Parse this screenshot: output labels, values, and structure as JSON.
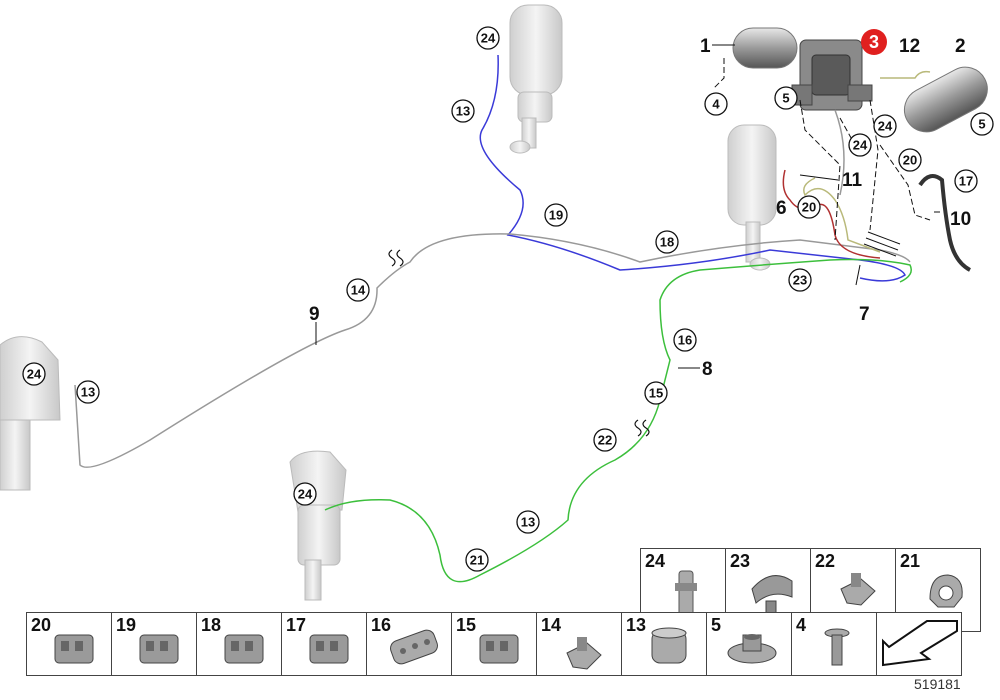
{
  "diagram": {
    "callouts": [
      {
        "id": "c1",
        "text": "24"
      },
      {
        "id": "c2",
        "text": "13"
      },
      {
        "id": "c3",
        "text": "19"
      },
      {
        "id": "c4",
        "text": "18"
      },
      {
        "id": "c5",
        "text": "14"
      },
      {
        "id": "c6",
        "text": "24"
      },
      {
        "id": "c7",
        "text": "13"
      },
      {
        "id": "c8",
        "text": "24"
      },
      {
        "id": "c9",
        "text": "16"
      },
      {
        "id": "c10",
        "text": "15"
      },
      {
        "id": "c11",
        "text": "22"
      },
      {
        "id": "c12",
        "text": "13"
      },
      {
        "id": "c13",
        "text": "21"
      },
      {
        "id": "c14",
        "text": "23"
      },
      {
        "id": "c15",
        "text": "20"
      },
      {
        "id": "c16",
        "text": "4"
      },
      {
        "id": "c17",
        "text": "5"
      },
      {
        "id": "c18",
        "text": "24"
      },
      {
        "id": "c19",
        "text": "24"
      },
      {
        "id": "c20",
        "text": "5"
      },
      {
        "id": "c21",
        "text": "20"
      },
      {
        "id": "c22",
        "text": "17"
      }
    ],
    "labels": [
      {
        "id": "l1",
        "text": "1"
      },
      {
        "id": "l2",
        "text": "12"
      },
      {
        "id": "l3",
        "text": "2"
      },
      {
        "id": "l4",
        "text": "11"
      },
      {
        "id": "l5",
        "text": "6"
      },
      {
        "id": "l6",
        "text": "10"
      },
      {
        "id": "l7",
        "text": "9"
      },
      {
        "id": "l8",
        "text": "7"
      },
      {
        "id": "l9",
        "text": "8"
      }
    ],
    "highlight": "3",
    "highlight_color": "#e0201f",
    "line_colors": {
      "blue": "#3a3ad8",
      "gray": "#999999",
      "green": "#3cbf3c",
      "red": "#b03030",
      "olive": "#b9b97a"
    }
  },
  "legend": {
    "row1": [
      {
        "num": "24",
        "icon": "fitting-icon"
      },
      {
        "num": "23",
        "icon": "clip-icon"
      },
      {
        "num": "22",
        "icon": "bracket-icon"
      },
      {
        "num": "21",
        "icon": "clamp-icon"
      }
    ],
    "row2": [
      {
        "num": "20",
        "icon": "holder-icon"
      },
      {
        "num": "19",
        "icon": "holder-icon"
      },
      {
        "num": "18",
        "icon": "holder-icon"
      },
      {
        "num": "17",
        "icon": "holder-icon"
      },
      {
        "num": "16",
        "icon": "multi-clip-icon"
      },
      {
        "num": "15",
        "icon": "holder-icon"
      },
      {
        "num": "14",
        "icon": "bracket-icon"
      },
      {
        "num": "13",
        "icon": "cap-icon"
      },
      {
        "num": "5",
        "icon": "nut-icon"
      },
      {
        "num": "4",
        "icon": "screw-icon"
      }
    ]
  },
  "catalog_number": "519181"
}
